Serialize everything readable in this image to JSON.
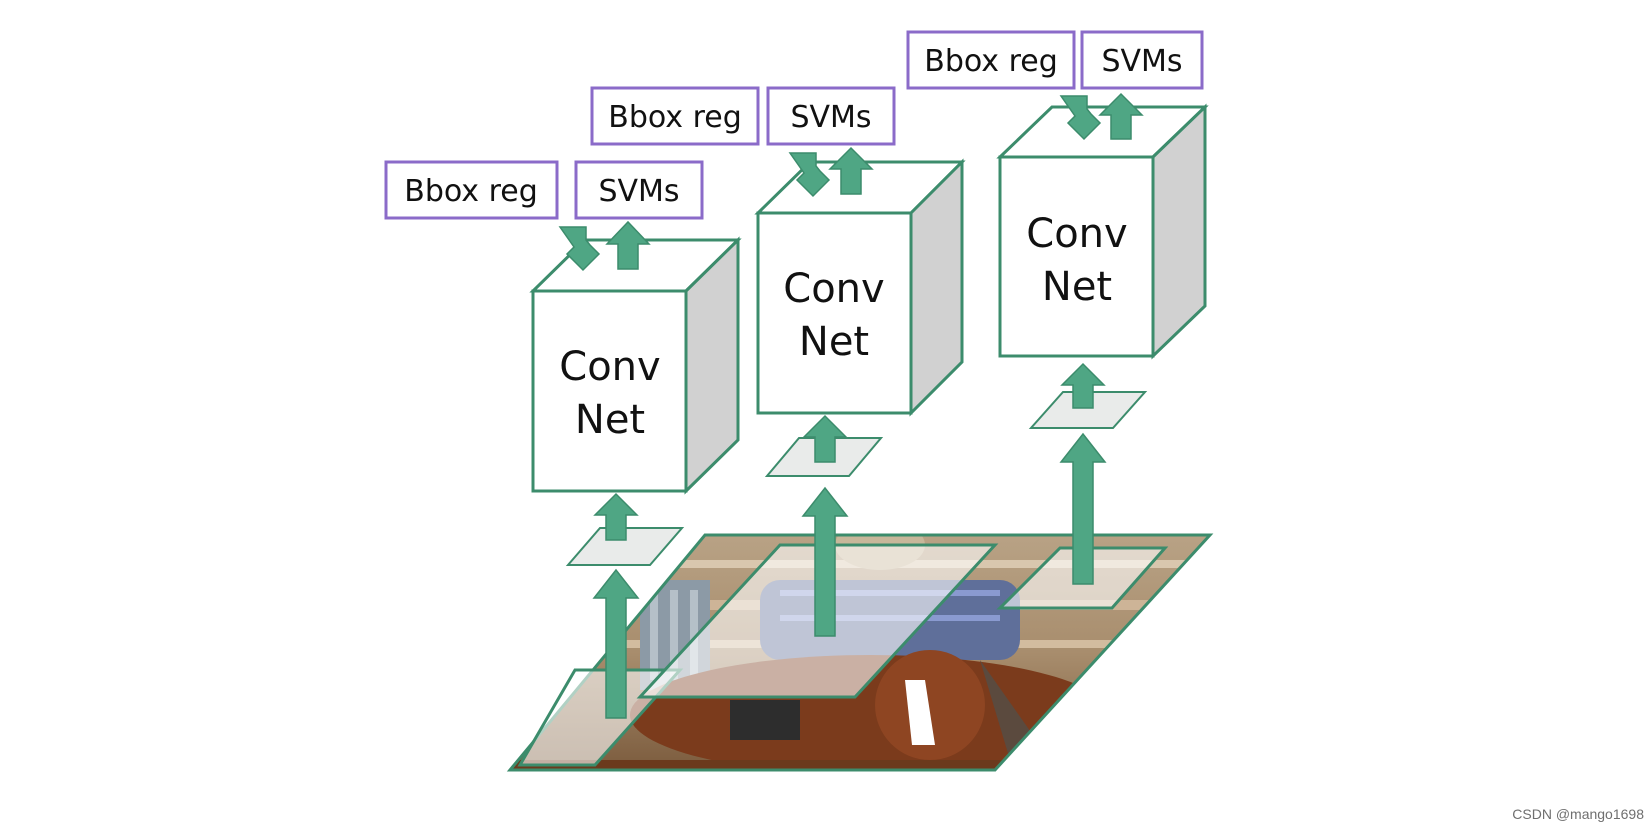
{
  "colors": {
    "green": "#3c8c6c",
    "arrow": "#4fa684",
    "purple": "#8b6bc9",
    "side_face": "#d1d1d1",
    "crop_fill": "#e9ebea"
  },
  "pipelines": [
    {
      "net_line1": "Conv",
      "net_line2": "Net",
      "bbox_label": "Bbox reg",
      "svm_label": "SVMs"
    },
    {
      "net_line1": "Conv",
      "net_line2": "Net",
      "bbox_label": "Bbox reg",
      "svm_label": "SVMs"
    },
    {
      "net_line1": "Conv",
      "net_line2": "Net",
      "bbox_label": "Bbox reg",
      "svm_label": "SVMs"
    }
  ],
  "image_description_icon": "horse-rider-photo",
  "watermark": "CSDN @mango1698"
}
